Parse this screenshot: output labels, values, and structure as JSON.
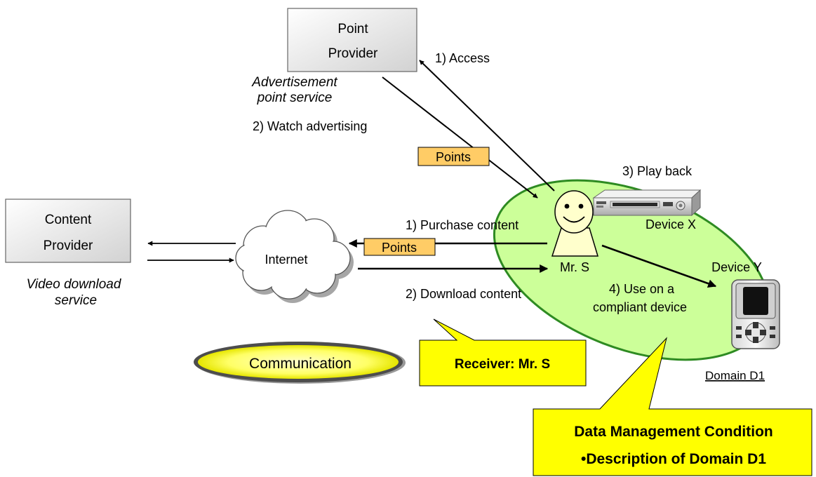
{
  "point_provider": {
    "line1": "Point",
    "line2": "Provider",
    "service_line1": "Advertisement",
    "service_line2": "point service"
  },
  "content_provider": {
    "line1": "Content",
    "line2": "Provider",
    "service_line1": "Video download",
    "service_line2": "service"
  },
  "internet": {
    "label": "Internet"
  },
  "steps": {
    "access": "1) Access",
    "watch": "2) Watch  advertising",
    "purchase": "1) Purchase  content",
    "download": "2) Download content",
    "playback": "3) Play back",
    "use_line1": "4) Use on a",
    "use_line2": "compliant device"
  },
  "points_label": "Points",
  "user": {
    "label": "Mr. S"
  },
  "device_x": {
    "label": "Device X"
  },
  "device_y": {
    "label": "Device Y"
  },
  "domain": {
    "label": "Domain D1"
  },
  "communication": {
    "label": "Communication"
  },
  "receiver_callout": {
    "label": "Receiver: Mr. S"
  },
  "condition_callout": {
    "line1": "Data Management Condition",
    "line2": "•Description of Domain D1"
  },
  "colors": {
    "domain_fill": "#ccff99",
    "domain_stroke": "#2e8b22",
    "points_fill": "#ffcc66",
    "callout_fill": "#ffff00",
    "face_fill": "#ffffcc"
  }
}
